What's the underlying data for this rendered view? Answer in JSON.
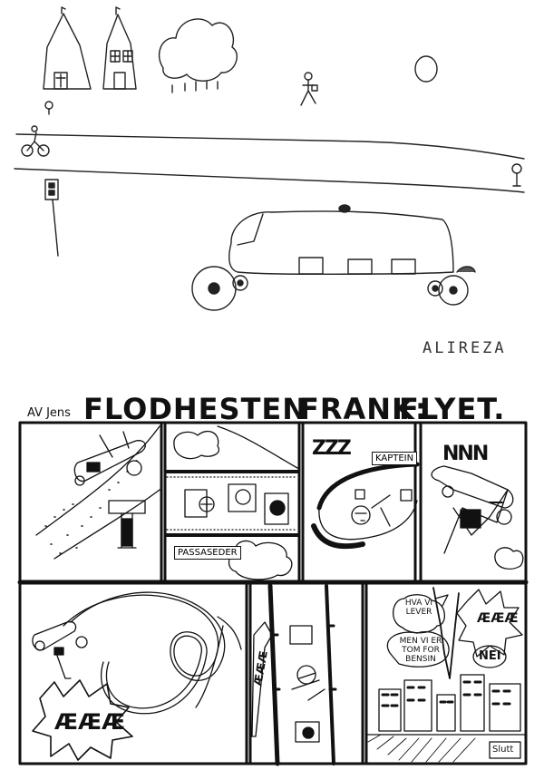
{
  "drawing": {
    "signature": "ALIREZA"
  },
  "comic": {
    "byline": "AV Jens",
    "title_parts": [
      "FLODHESTEN",
      "FRANK:",
      "FLYET."
    ],
    "panels": {
      "p2_sign": "PASSASEDER",
      "p3_sleep": "ZZZ",
      "p3_sign": "KAPTEIN",
      "p4_sound": "NNN",
      "p5_shout": "ÆÆÆ",
      "p6_shout": "ÆÆÆ",
      "p7_bubble1": "HVA VI LEVER",
      "p7_bubble2": "MEN VI ER TOM FOR BENSIN",
      "p7_shout": "ÆÆÆ",
      "p7_reply": "NEI",
      "end_label": "Slutt"
    }
  }
}
